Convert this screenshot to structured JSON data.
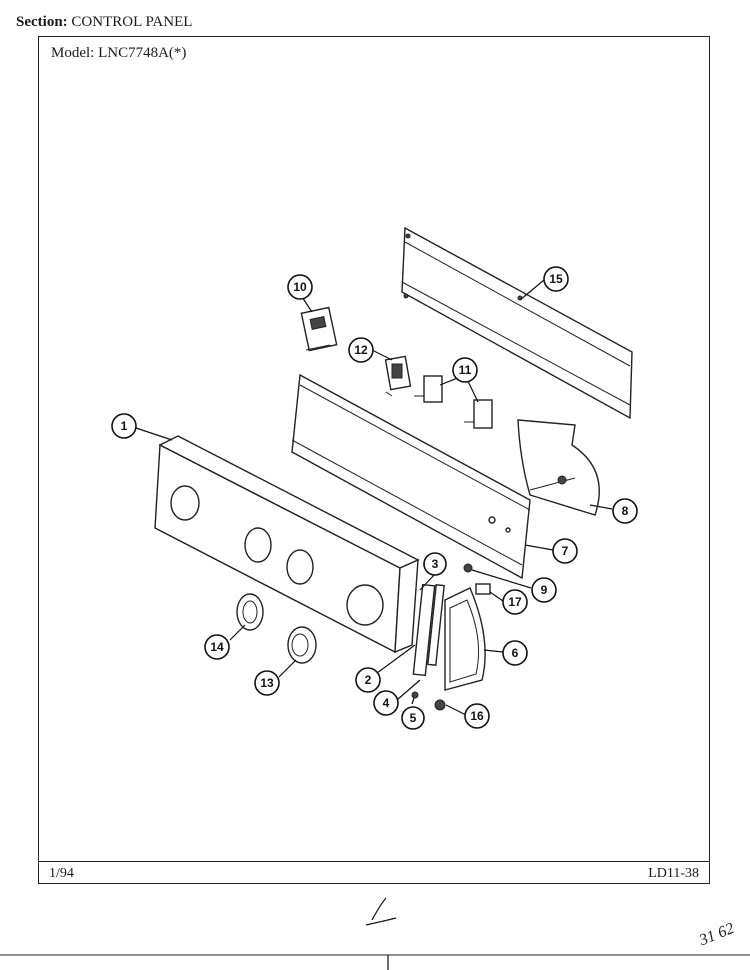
{
  "header": {
    "section_label": "Section:",
    "section_value": "CONTROL PANEL",
    "model_label": "Model:",
    "model_value": "LNC7748A(*)"
  },
  "footer": {
    "date": "1/94",
    "code": "LD11-38"
  },
  "callouts": {
    "c1": "1",
    "c2": "2",
    "c3": "3",
    "c4": "4",
    "c5": "5",
    "c6": "6",
    "c7": "7",
    "c8": "8",
    "c9": "9",
    "c10": "10",
    "c11": "11",
    "c12": "12",
    "c13": "13",
    "c14": "14",
    "c15": "15",
    "c16": "16",
    "c17": "17"
  },
  "handwriting": {
    "note": "31 62"
  }
}
